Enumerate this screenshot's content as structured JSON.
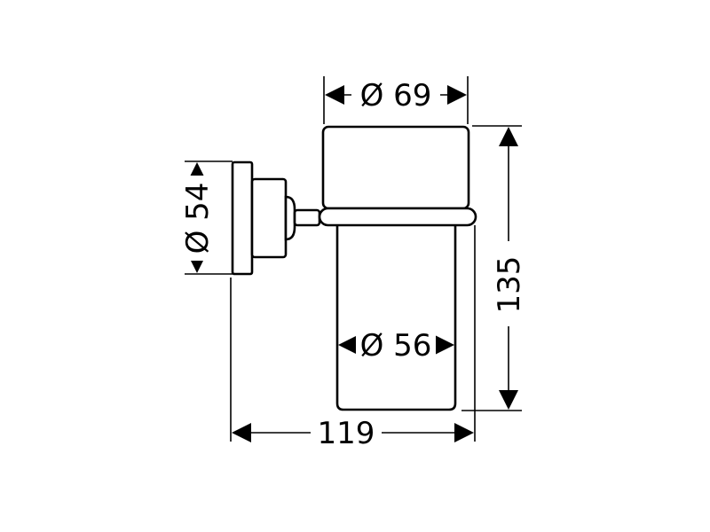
{
  "dimensions": {
    "top_diameter": "Ø 69",
    "mount_diameter": "Ø 54",
    "inner_diameter": "Ø 56",
    "height": "135",
    "width": "119"
  }
}
